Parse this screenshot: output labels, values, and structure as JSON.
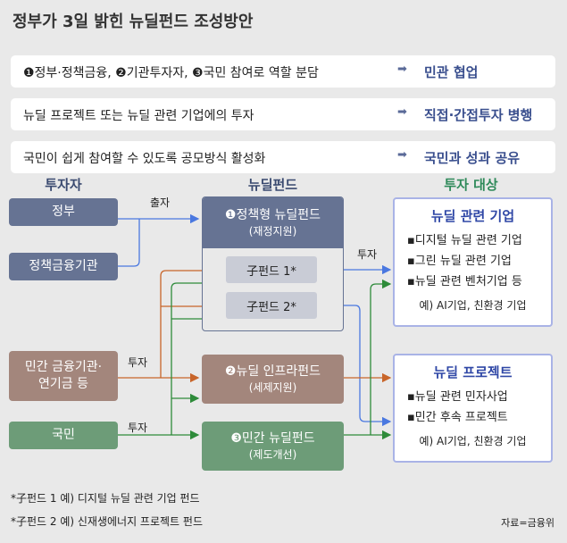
{
  "title": "정부가 3일 밝힌 뉴딜펀드 조성방안",
  "summary": [
    {
      "left": "❶정부·정책금융, ❷기관투자자, ❸국민 참여로 역할 분담",
      "arrow": "➡",
      "right": "민관 협업"
    },
    {
      "left": "뉴딜 프로젝트 또는 뉴딜 관련 기업에의 투자",
      "arrow": "➡",
      "right": "직접·간접투자 병행"
    },
    {
      "left": "국민이 쉽게 참여할 수 있도록 공모방식 활성화",
      "arrow": "➡",
      "right": "국민과 성과 공유"
    }
  ],
  "headers": {
    "investors": "투자자",
    "funds": "뉴딜펀드",
    "targets": "투자 대상"
  },
  "investors": {
    "gov": "정부",
    "policy": "정책금융기관",
    "private": "민간 금융기관·\n연기금 등",
    "citizens": "국민"
  },
  "funds": {
    "f1": {
      "name": "❶정책형 뉴딜펀드",
      "sub": "(재정지원)",
      "child1": "子펀드 1*",
      "child2": "子펀드 2*"
    },
    "f2": {
      "name": "❷뉴딜 인프라펀드",
      "sub": "(세제지원)"
    },
    "f3": {
      "name": "❸민간 뉴딜펀드",
      "sub": "(제도개선)"
    }
  },
  "labels": {
    "contribute": "출자",
    "invest1": "투자",
    "invest2": "투자",
    "invest3": "투자"
  },
  "targets": {
    "t1": {
      "title": "뉴딜 관련 기업",
      "items": [
        "▪디지털 뉴딜 관련 기업",
        "▪그린 뉴딜 관련 기업",
        "▪뉴딜 관련 벤처기업 등"
      ],
      "example": "예) AI기업, 친환경 기업"
    },
    "t2": {
      "title": "뉴딜 프로젝트",
      "items": [
        "▪뉴딜 관련 민자사업",
        "▪민간 후속 프로젝트"
      ],
      "example": "예) AI기업, 친환경 기업"
    }
  },
  "footnotes": [
    "*子펀드 1 예) 디지털 뉴딜 관련 기업 펀드",
    "*子펀드 2 예) 신재생에너지 프로젝트 펀드"
  ],
  "source": "자료=금융위",
  "colors": {
    "blue": "#4a78e0",
    "orange": "#c8652a",
    "green": "#2e8b3a",
    "gov": "#667393",
    "private": "#a3867c",
    "citizen": "#6d9c78"
  }
}
